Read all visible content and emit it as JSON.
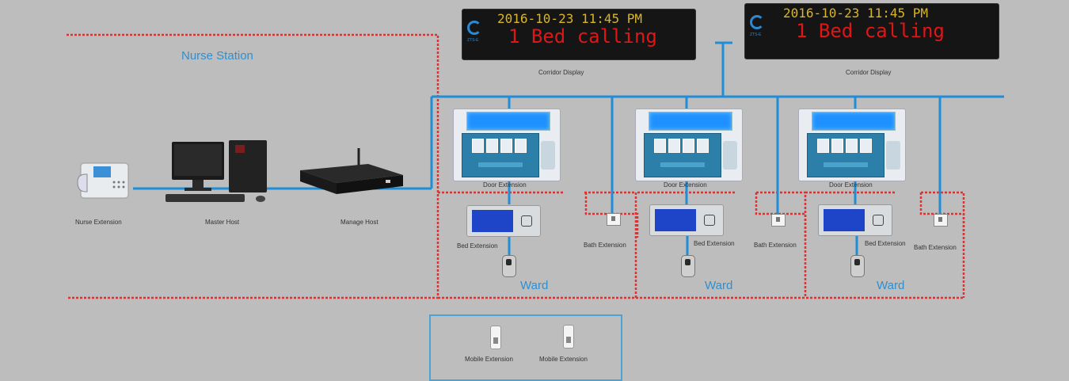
{
  "nurse_station": {
    "title": "Nurse Station"
  },
  "corridor_displays": [
    {
      "datetime": "2016-10-23   11:45 PM",
      "message": "1 Bed calling",
      "label": "Corridor Display"
    },
    {
      "datetime": "2016-10-23   11:45 PM",
      "message": "1 Bed calling",
      "label": "Corridor Display"
    }
  ],
  "devices": {
    "nurse_extension": "Nurse Extension",
    "master_host": "Master Host",
    "manage_host": "Manage Host"
  },
  "wards": [
    {
      "title": "Ward",
      "door": "Door Extension",
      "bed": "Bed Extension",
      "bath": "Bath Extension"
    },
    {
      "title": "Ward",
      "door": "Door Extension",
      "bed": "Bed Extension",
      "bath": "Bath Extension"
    },
    {
      "title": "Ward",
      "door": "Door Extension",
      "bed": "Bed Extension",
      "bath": "Bath Extension"
    }
  ],
  "mobile_extensions": [
    "Mobile Extension",
    "Mobile Extension"
  ],
  "colors": {
    "bus": "#1f8ed6",
    "boundary": "#e03030",
    "accent": "#2e8fd0"
  }
}
